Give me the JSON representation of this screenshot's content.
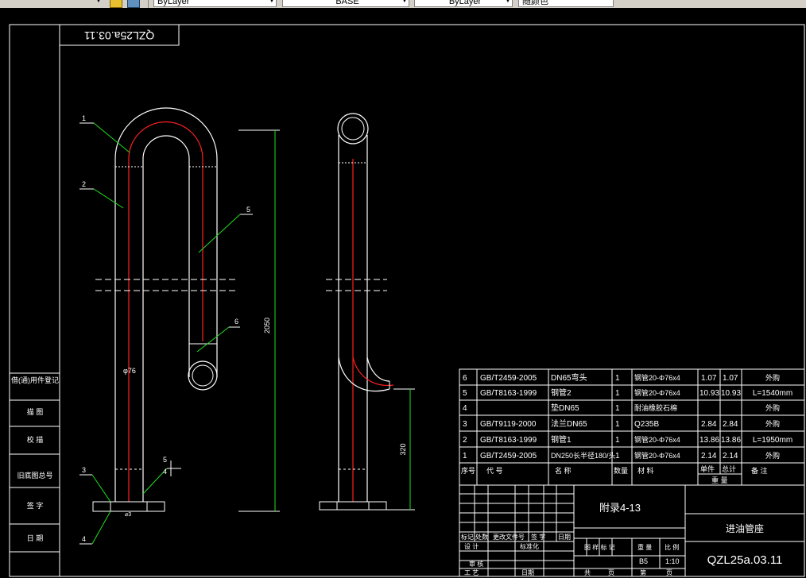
{
  "toolbar": {
    "layer_combo_1": "ByLayer",
    "linetype_combo": "BASE",
    "lineweight_combo": "ByLayer",
    "color_combo": "随颜色"
  },
  "drawing": {
    "title_stamp": "QZL25a.03.11",
    "dimension_height": "2050",
    "dimension_lower": "320",
    "pipe_diameter": "φ76",
    "balloons": [
      "1",
      "2",
      "3",
      "4",
      "5",
      "6"
    ],
    "section_marks": [
      "5",
      "4"
    ]
  },
  "left_column": {
    "rows": [
      "借(通)用件登记",
      "描  图",
      "校  描",
      "旧底图总号",
      "签  字",
      "日  期"
    ]
  },
  "parts_list": {
    "rows": [
      {
        "no": "6",
        "code": "GB/T2459-2005",
        "name": "DN65弯头",
        "qty": "1",
        "material": "钢管20-Φ76x4",
        "unit_wt": "1.07",
        "total_wt": "1.07",
        "note": "外购"
      },
      {
        "no": "5",
        "code": "GB/T8163-1999",
        "name": "钢管2",
        "qty": "1",
        "material": "钢管20-Φ76x4",
        "unit_wt": "10.93",
        "total_wt": "10.93",
        "note": "L=1540mm"
      },
      {
        "no": "4",
        "code": "",
        "name": "垫DN65",
        "qty": "1",
        "material": "耐油橡胶石棉",
        "unit_wt": "",
        "total_wt": "",
        "note": "外购"
      },
      {
        "no": "3",
        "code": "GB/T9119-2000",
        "name": "法兰DN65",
        "qty": "1",
        "material": "Q235B",
        "unit_wt": "2.84",
        "total_wt": "2.84",
        "note": "外购"
      },
      {
        "no": "2",
        "code": "GB/T8163-1999",
        "name": "钢管1",
        "qty": "1",
        "material": "钢管20-Φ76x4",
        "unit_wt": "13.86",
        "total_wt": "13.86",
        "note": "L=1950mm"
      },
      {
        "no": "1",
        "code": "GB/T2459-2005",
        "name": "DN250长半径180/头",
        "qty": "1",
        "material": "钢管20-Φ76x4",
        "unit_wt": "2.14",
        "total_wt": "2.14",
        "note": "外购"
      }
    ],
    "header": {
      "no": "序号",
      "code": "代  号",
      "name": "名  称",
      "qty": "数量",
      "material": "材  料",
      "unit_wt": "单件",
      "total_wt": "总计",
      "note": "备  注",
      "weight": "重  量"
    }
  },
  "title_block": {
    "appendix": "附录4-13",
    "part_name": "进油管座",
    "drawing_no": "QZL25a.03.11",
    "labels": {
      "mark": "标记",
      "count": "处数",
      "change_doc": "更改文件号",
      "sign": "签  字",
      "date": "日期",
      "design": "设 计",
      "standardize": "标准化",
      "review": "审 核",
      "process": "工 艺",
      "date2": "日期",
      "stage": "图 样 标 记",
      "weight": "重 量",
      "scale": "比 例",
      "sheet_total": "共",
      "sheet": "页",
      "page": "第",
      "page_unit": "页"
    },
    "weight_value": "B5",
    "scale_value": "1:10"
  }
}
